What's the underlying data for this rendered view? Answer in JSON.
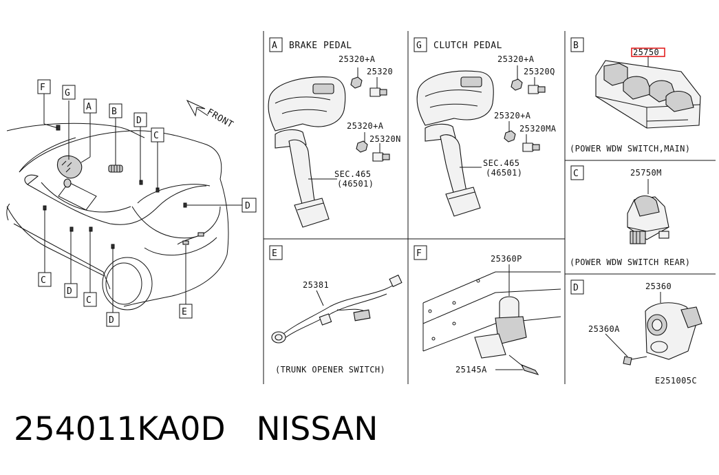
{
  "footer": {
    "part_number": "254011KA0D",
    "brand": "NISSAN"
  },
  "diagram_code": "E251005C",
  "highlight_color": "#e01010",
  "overview": {
    "front_label": "FRONT",
    "callouts": {
      "F": "F",
      "G": "G",
      "A": "A",
      "B": "B",
      "D1": "D",
      "C1": "C",
      "D2": "D",
      "C2": "C",
      "D3": "D",
      "C3": "C",
      "D4": "D",
      "E": "E"
    }
  },
  "panels": {
    "A": {
      "letter": "A",
      "title": "BRAKE PEDAL",
      "labels": [
        "25320+A",
        "25320",
        "25320+A",
        "25320N",
        "SEC.465",
        "(46501)"
      ]
    },
    "G": {
      "letter": "G",
      "title": "CLUTCH PEDAL",
      "labels": [
        "25320+A",
        "25320Q",
        "25320+A",
        "25320MA",
        "SEC.465",
        "(46501)"
      ]
    },
    "B": {
      "letter": "B",
      "part": "25750",
      "caption": "(POWER WDW SWITCH,MAIN)"
    },
    "C": {
      "letter": "C",
      "part": "25750M",
      "caption": "(POWER WDW SWITCH REAR)"
    },
    "E": {
      "letter": "E",
      "part": "25381",
      "caption": "(TRUNK OPENER SWITCH)"
    },
    "F": {
      "letter": "F",
      "labels": [
        "25360P",
        "25145A"
      ]
    },
    "D": {
      "letter": "D",
      "labels": [
        "25360",
        "25360A"
      ]
    }
  }
}
